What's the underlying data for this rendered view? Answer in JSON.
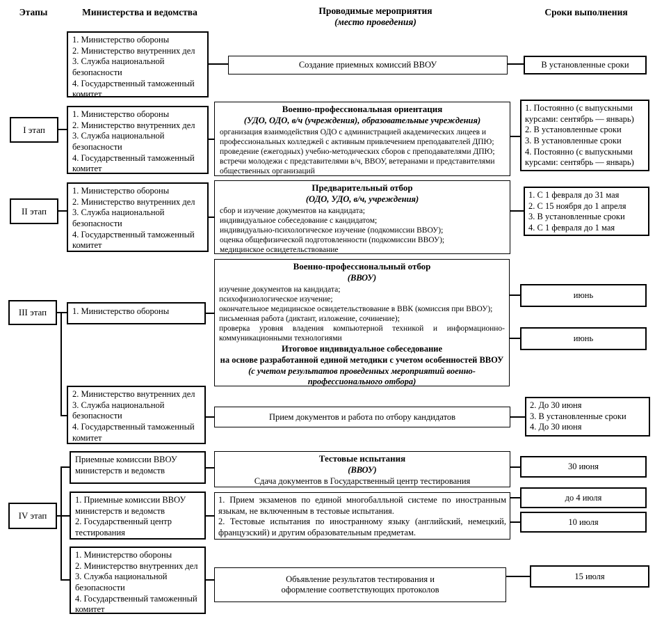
{
  "colors": {
    "line": "#000000",
    "background": "#ffffff"
  },
  "header": {
    "stages": "Этапы",
    "ministries": "Министерства и ведомства",
    "activities": "Проводимые мероприятия",
    "activities_sub": "(место проведения)",
    "deadlines": "Сроки выполнения"
  },
  "row0": {
    "ministries": "1. Министерство обороны\n2. Министерство внутренних дел\n3. Служба национальной безопасности\n4. Государственный таможенный комитет",
    "activity": "Создание приемных комиссий ВВОУ",
    "deadline": "В установленные сроки"
  },
  "stage1": {
    "label": "I этап",
    "ministries": "1. Министерство обороны\n2. Министерство внутренних дел\n3. Служба национальной безопасности\n4. Государственный таможенный комитет",
    "activity_title": "Военно-профессиональная ориентация",
    "activity_subtitle": "(УДО, ОДО, в/ч (учреждения), образовательные учреждения)",
    "activity_body": "организация взаимодействия ОДО с администрацией академических лицеев и профессиональных колледжей с активным привлечением преподавателей ДПЮ;\nпроведение (ежегодных) учебно-методических сборов с преподавателями ДПЮ;\nвстречи молодежи с представителями в/ч, ВВОУ, ветеранами и представителями общественных организаций",
    "deadline": "1. Постоянно (с выпускными курсами: сентябрь — январь)\n2. В установленные сроки\n3. В установленные сроки\n4. Постоянно (с выпускными курсами: сентябрь — январь)"
  },
  "stage2": {
    "label": "II этап",
    "ministries": "1. Министерство обороны\n2. Министерство внутренних дел\n3. Служба национальной безопасности\n4. Государственный таможенный комитет",
    "activity_title": "Предварительный отбор",
    "activity_subtitle": "(ОДО, УДО, в/ч, учреждения)",
    "activity_body": "сбор и изучение документов на кандидата;\nиндивидуальное собеседование с кандидатом;\nиндивидуально-психологическое изучение (подкомиссии ВВОУ);\nоценка общефизической подготовленности (подкомиссии ВВОУ);\nмедицинское освидетельствование",
    "deadline": "1. С 1 февраля до 31 мая\n2. С 15 ноября до 1 апреля\n3. В установленные сроки\n4. С 1 февраля до 1 мая"
  },
  "stage3": {
    "label": "III этап",
    "ministry_defense": "1. Министерство обороны",
    "ministries_other": "2. Министерство внутренних дел\n3. Служба национальной безопасности\n4. Государственный таможенный комитет",
    "activity_title": "Военно-профессиональный отбор",
    "activity_subtitle": "(ВВОУ)",
    "activity_body": "изучение документов на кандидата;\nпсихофизиологическое изучение;\nокончательное медицинское освидетельствование в ВВК (комиссия при ВВОУ);\nписьменная работа (диктант, изложение, сочинение);\nпроверка уровня владения компьютерной техникой и информационно-коммуникационными технологиями",
    "activity_footer_bold": "Итоговое индивидуальное собеседование\nна основе разработанной единой методики с учетом особенностей ВВОУ",
    "activity_footer_italic": "(с учетом результатов проведенных мероприятий военно-\nпрофессионального отбора)",
    "deadline_june1": "июнь",
    "deadline_june2": "июнь",
    "activity2": "Прием документов и работа по отбору кандидатов",
    "deadline2": "2. До 30 июня\n3. В установленные сроки\n4. До 30 июня"
  },
  "stage4": {
    "label": "IV этап",
    "ministries_a": "Приемные комиссии ВВОУ\nминистерств и ведомств",
    "ministries_b": "1. Приемные комиссии ВВОУ министерств и ведомств\n2. Государственный центр тестирования",
    "ministries_c": "1. Министерство обороны\n2. Министерство внутренних дел\n3. Служба национальной безопасности\n4. Государственный таможенный комитет",
    "activity_a_title": "Тестовые испытания",
    "activity_a_subtitle": "(ВВОУ)",
    "activity_a_body": "Сдача документов в Государственный центр тестирования",
    "activity_b": "1. Прием экзаменов по единой многобалльной системе по иностранным языкам, не включенным в тестовые испытания.\n2. Тестовые испытания по иностранному языку (английский, немецкий, французский) и другим образовательным предметам.",
    "activity_c": "Объявление результатов тестирования и\nоформление соответствующих протоколов",
    "deadline_a": "30 июня",
    "deadline_b": "до 4 июля",
    "deadline_c": "10 июля",
    "deadline_d": "15 июля"
  }
}
